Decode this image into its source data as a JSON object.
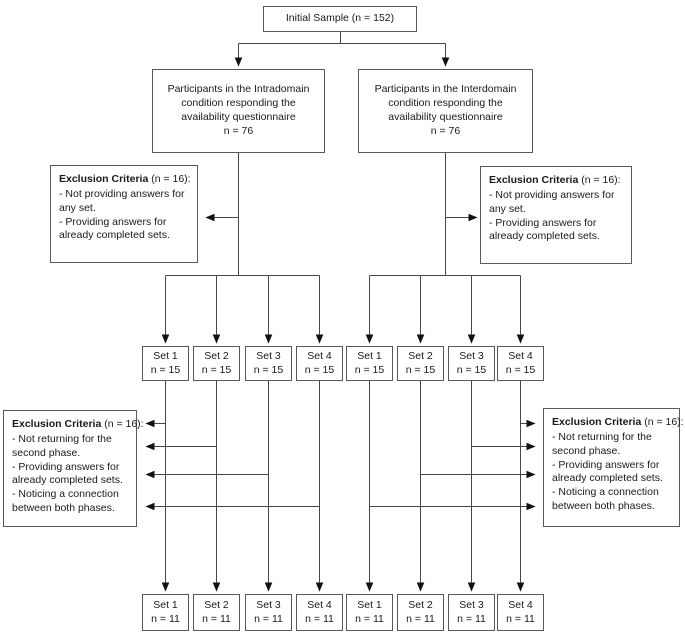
{
  "diagram": {
    "initial": {
      "text": "Initial Sample (n = 152)"
    },
    "conditions": [
      {
        "text": "Participants in the Intradomain\ncondition responding the\navailability questionnaire\nn = 76"
      },
      {
        "text": "Participants in the Interdomain\ncondition responding the\navailability questionnaire\nn = 76"
      }
    ],
    "exclusion_phase1": {
      "title_bold": "Exclusion Criteria",
      "title_rest": " (n = 16):",
      "items": [
        "- Not providing answers for any set.",
        "- Providing answers for already completed sets."
      ]
    },
    "exclusion_phase2": {
      "title_bold": "Exclusion Criteria",
      "title_rest": " (n = 16):",
      "items": [
        "- Not returning for the second phase.",
        "- Providing answers for already completed sets.",
        "- Noticing a connection between both phases."
      ]
    },
    "sets_phase1": [
      {
        "label": "Set 1",
        "n": "n = 15"
      },
      {
        "label": "Set 2",
        "n": "n = 15"
      },
      {
        "label": "Set 3",
        "n": "n = 15"
      },
      {
        "label": "Set 4",
        "n": "n = 15"
      },
      {
        "label": "Set 1",
        "n": "n = 15"
      },
      {
        "label": "Set 2",
        "n": "n = 15"
      },
      {
        "label": "Set 3",
        "n": "n = 15"
      },
      {
        "label": "Set 4",
        "n": "n = 15"
      }
    ],
    "sets_phase2": [
      {
        "label": "Set 1",
        "n": "n = 11"
      },
      {
        "label": "Set 2",
        "n": "n = 11"
      },
      {
        "label": "Set 3",
        "n": "n = 11"
      },
      {
        "label": "Set 4",
        "n": "n = 11"
      },
      {
        "label": "Set 1",
        "n": "n = 11"
      },
      {
        "label": "Set 2",
        "n": "n = 11"
      },
      {
        "label": "Set 3",
        "n": "n = 11"
      },
      {
        "label": "Set 4",
        "n": "n = 11"
      }
    ],
    "colors": {
      "box_border": "#595959",
      "connector": "#474747",
      "arrowhead": "#111111",
      "text": "#1a1a1a",
      "background": "#ffffff"
    }
  }
}
